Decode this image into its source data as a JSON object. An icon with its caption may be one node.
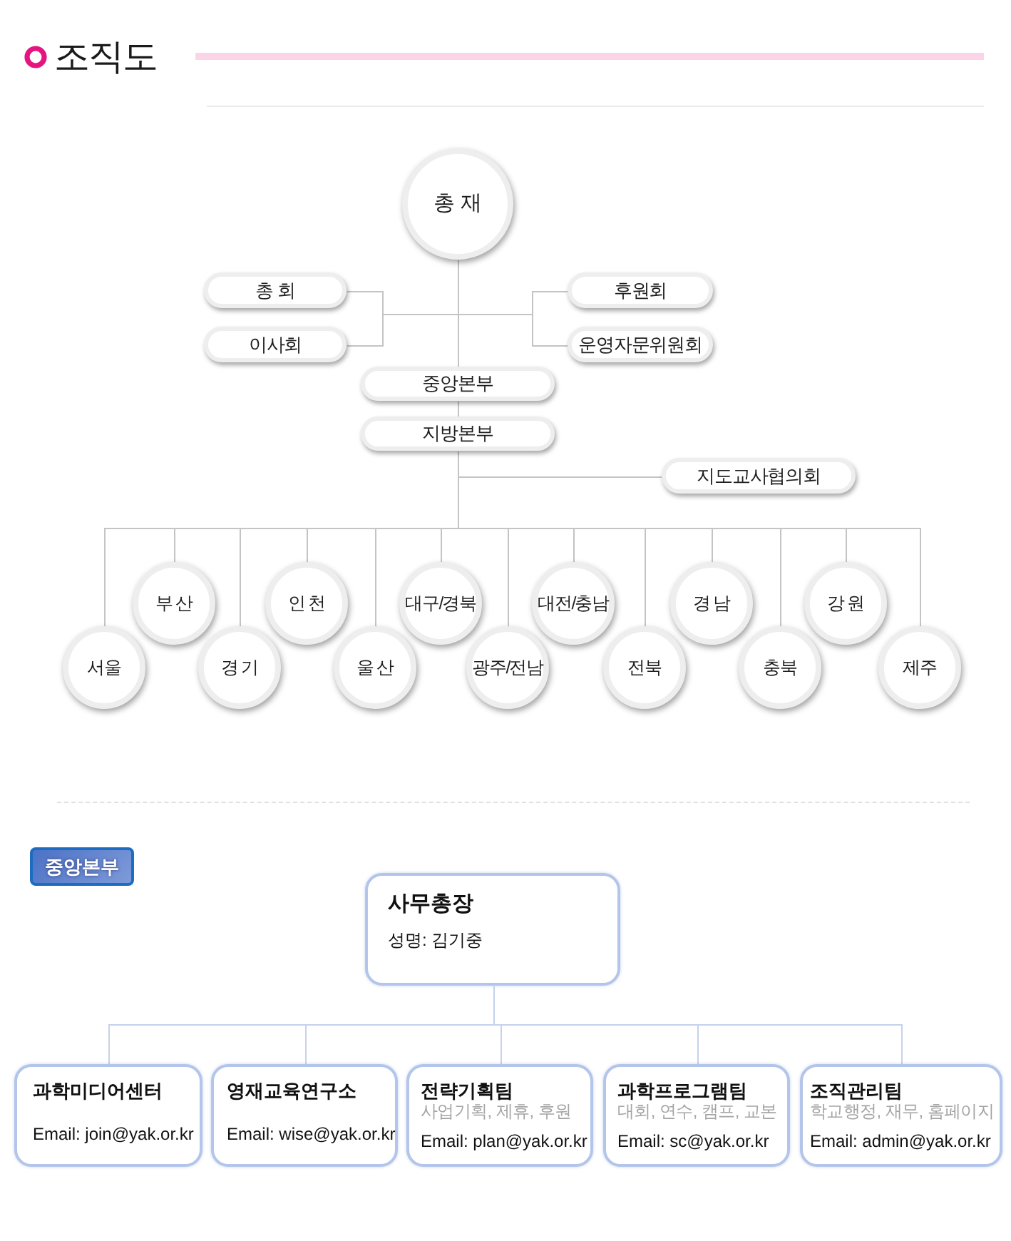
{
  "diagram": {
    "title": "조직도",
    "nodes": [
      {
        "text": [
          "총 재"
        ]
      },
      {
        "text": [
          "총 회"
        ]
      },
      {
        "text": [
          "이사회"
        ]
      },
      {
        "text": [
          "후원회"
        ]
      },
      {
        "text": [
          "운영자문위원회"
        ]
      },
      {
        "text": [
          "중앙본부"
        ]
      },
      {
        "text": [
          "지방본부"
        ]
      },
      {
        "text": [
          "지도교사협의회"
        ]
      },
      {
        "text": [
          "서울"
        ]
      },
      {
        "text": [
          "부 산"
        ]
      },
      {
        "text": [
          "경 기"
        ]
      },
      {
        "text": [
          "인 천"
        ]
      },
      {
        "text": [
          "울 산"
        ]
      },
      {
        "text": [
          "대구/경북"
        ]
      },
      {
        "text": [
          "광주/전남"
        ]
      },
      {
        "text": [
          "대전/충남"
        ]
      },
      {
        "text": [
          "전북"
        ]
      },
      {
        "text": [
          "경 남"
        ]
      },
      {
        "text": [
          "충북"
        ]
      },
      {
        "text": [
          "강 원"
        ]
      },
      {
        "text": [
          "제주"
        ]
      },
      {
        "text": [
          "중앙본부"
        ]
      },
      {
        "text": [
          "사무총장",
          "성명: 김기중"
        ]
      },
      {
        "text": [
          "과학미디어센터",
          "Email: join@yak.or.kr"
        ]
      },
      {
        "text": [
          "영재교육연구소",
          "Email: wise@yak.or.kr"
        ]
      },
      {
        "text": [
          "전략기획팀",
          "사업기획, 제휴, 후원",
          "Email: plan@yak.or.kr"
        ]
      },
      {
        "text": [
          "과학프로그램팀",
          "대회, 연수, 캠프, 교본",
          "Email: sc@yak.or.kr"
        ]
      },
      {
        "text": [
          "조직관리팀",
          "학교행정, 재무, 홈페이지",
          "Email: admin@yak.or.kr"
        ]
      }
    ],
    "edges": [
      {
        "from": 0,
        "to": 1,
        "arrow": "none"
      },
      {
        "from": 0,
        "to": 2,
        "arrow": "none"
      },
      {
        "from": 0,
        "to": 3,
        "arrow": "none"
      },
      {
        "from": 0,
        "to": 4,
        "arrow": "none"
      },
      {
        "from": 0,
        "to": 5,
        "arrow": "none"
      },
      {
        "from": 5,
        "to": 6,
        "arrow": "none"
      },
      {
        "from": 6,
        "to": 7,
        "arrow": "none"
      },
      {
        "from": 6,
        "to": 8,
        "arrow": "none"
      },
      {
        "from": 6,
        "to": 9,
        "arrow": "none"
      },
      {
        "from": 6,
        "to": 10,
        "arrow": "none"
      },
      {
        "from": 6,
        "to": 11,
        "arrow": "none"
      },
      {
        "from": 6,
        "to": 12,
        "arrow": "none"
      },
      {
        "from": 6,
        "to": 13,
        "arrow": "none"
      },
      {
        "from": 6,
        "to": 14,
        "arrow": "none"
      },
      {
        "from": 6,
        "to": 15,
        "arrow": "none"
      },
      {
        "from": 6,
        "to": 16,
        "arrow": "none"
      },
      {
        "from": 6,
        "to": 17,
        "arrow": "none"
      },
      {
        "from": 6,
        "to": 18,
        "arrow": "none"
      },
      {
        "from": 6,
        "to": 19,
        "arrow": "none"
      },
      {
        "from": 6,
        "to": 20,
        "arrow": "none"
      },
      {
        "from": 22,
        "to": 23,
        "arrow": "none",
        "color": "#c5d2ec"
      },
      {
        "from": 22,
        "to": 24,
        "arrow": "none",
        "color": "#c5d2ec"
      },
      {
        "from": 22,
        "to": 25,
        "arrow": "none",
        "color": "#c5d2ec"
      },
      {
        "from": 22,
        "to": 26,
        "arrow": "none",
        "color": "#c5d2ec"
      },
      {
        "from": 22,
        "to": 27,
        "arrow": "none",
        "color": "#c5d2ec"
      }
    ]
  }
}
